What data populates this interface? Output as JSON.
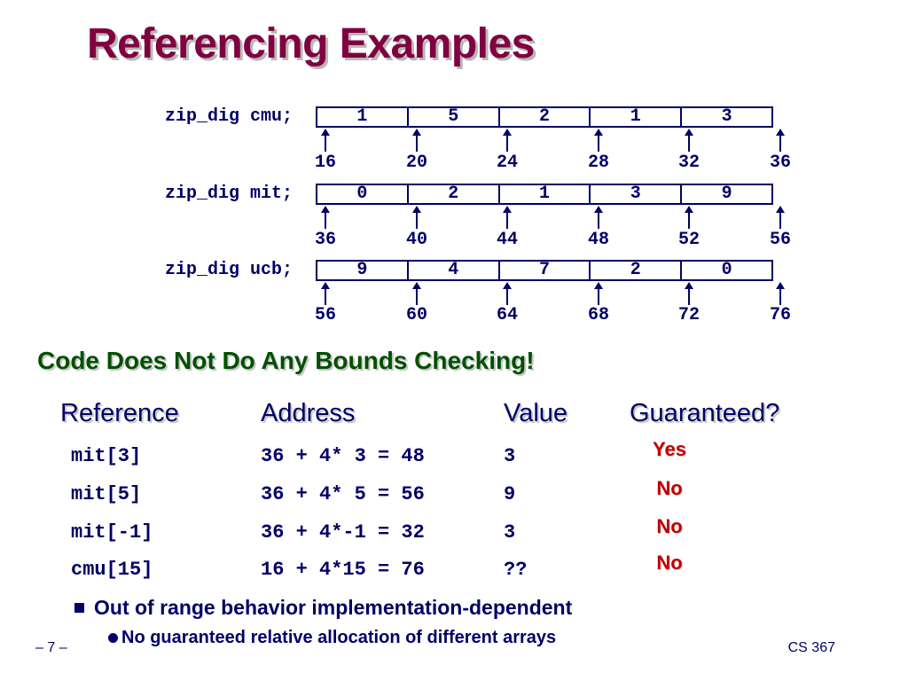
{
  "title": "Referencing Examples",
  "arrays": [
    {
      "decl": "zip_dig cmu;",
      "values": [
        "1",
        "5",
        "2",
        "1",
        "3"
      ],
      "addresses": [
        "16",
        "20",
        "24",
        "28",
        "32",
        "36"
      ]
    },
    {
      "decl": "zip_dig mit;",
      "values": [
        "0",
        "2",
        "1",
        "3",
        "9"
      ],
      "addresses": [
        "36",
        "40",
        "44",
        "48",
        "52",
        "56"
      ]
    },
    {
      "decl": "zip_dig ucb;",
      "values": [
        "9",
        "4",
        "7",
        "2",
        "0"
      ],
      "addresses": [
        "56",
        "60",
        "64",
        "68",
        "72",
        "76"
      ]
    }
  ],
  "warning": "Code Does Not Do Any Bounds Checking!",
  "table": {
    "headers": [
      "Reference",
      "Address",
      "Value",
      "Guaranteed?"
    ],
    "rows": [
      {
        "ref": "mit[3]",
        "addr": "36 + 4* 3 = 48",
        "value": "3",
        "guaranteed": "Yes"
      },
      {
        "ref": "mit[5]",
        "addr": "36 + 4* 5 = 56",
        "value": "9",
        "guaranteed": "No"
      },
      {
        "ref": "mit[-1]",
        "addr": "36 + 4*-1 = 32",
        "value": "3",
        "guaranteed": "No"
      },
      {
        "ref": "cmu[15]",
        "addr": "16 + 4*15 = 76",
        "value": "??",
        "guaranteed": "No"
      }
    ]
  },
  "bullet": "Out of range behavior implementation-dependent",
  "sub_bullet": "No guaranteed relative allocation of different arrays",
  "footer": {
    "page": "– 7 –",
    "course": "CS 367"
  },
  "colors": {
    "title": "#800040",
    "warning": "#005000",
    "text": "#000066",
    "guaranteed": "#c00000"
  }
}
